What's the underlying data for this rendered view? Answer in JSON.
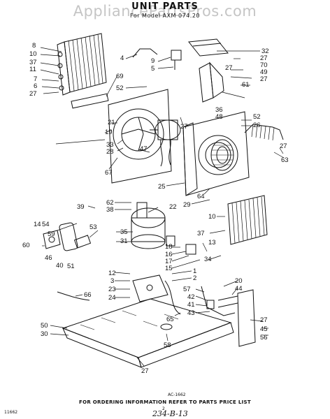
{
  "watermark": "AppliancePartsPros.com",
  "header": {
    "title": "UNIT PARTS",
    "model": "For Model AXM 074.20"
  },
  "footer": {
    "diagram_code": "AC-1662",
    "ordering_note": "FOR ORDERING INFORMATION REFER TO PARTS PRICE LIST",
    "page_left": "11662",
    "page_center": "2",
    "handwritten": "234-B-13"
  },
  "callouts": [
    {
      "id": "c8",
      "label": "8"
    },
    {
      "id": "c10",
      "label": "10"
    },
    {
      "id": "c37a",
      "label": "37"
    },
    {
      "id": "c11",
      "label": "11"
    },
    {
      "id": "c7",
      "label": "7"
    },
    {
      "id": "c6",
      "label": "6"
    },
    {
      "id": "c27a",
      "label": "27"
    },
    {
      "id": "c4",
      "label": "4"
    },
    {
      "id": "c9",
      "label": "9"
    },
    {
      "id": "c5",
      "label": "5"
    },
    {
      "id": "c69",
      "label": "69"
    },
    {
      "id": "c52a",
      "label": "52"
    },
    {
      "id": "c32",
      "label": "32"
    },
    {
      "id": "c27b",
      "label": "27"
    },
    {
      "id": "c70",
      "label": "70"
    },
    {
      "id": "c49",
      "label": "49"
    },
    {
      "id": "c27c",
      "label": "27"
    },
    {
      "id": "c27d",
      "label": "27"
    },
    {
      "id": "c61",
      "label": "61"
    },
    {
      "id": "c36",
      "label": "36"
    },
    {
      "id": "c48",
      "label": "48"
    },
    {
      "id": "c52b",
      "label": "52"
    },
    {
      "id": "c26",
      "label": "26"
    },
    {
      "id": "c21",
      "label": "21"
    },
    {
      "id": "c19",
      "label": "19"
    },
    {
      "id": "c27e",
      "label": "27"
    },
    {
      "id": "c33",
      "label": "33"
    },
    {
      "id": "c28",
      "label": "28"
    },
    {
      "id": "c47",
      "label": "47"
    },
    {
      "id": "c27f",
      "label": "27"
    },
    {
      "id": "c63",
      "label": "63"
    },
    {
      "id": "c67",
      "label": "67"
    },
    {
      "id": "c25",
      "label": "25"
    },
    {
      "id": "c64",
      "label": "64"
    },
    {
      "id": "c29",
      "label": "29"
    },
    {
      "id": "c39",
      "label": "39"
    },
    {
      "id": "c62",
      "label": "62"
    },
    {
      "id": "c38",
      "label": "38"
    },
    {
      "id": "c22",
      "label": "22"
    },
    {
      "id": "c10b",
      "label": "10"
    },
    {
      "id": "c14",
      "label": "14"
    },
    {
      "id": "c54",
      "label": "54"
    },
    {
      "id": "c53",
      "label": "53"
    },
    {
      "id": "c35",
      "label": "35"
    },
    {
      "id": "c59",
      "label": "59"
    },
    {
      "id": "c31",
      "label": "31"
    },
    {
      "id": "c37b",
      "label": "37"
    },
    {
      "id": "c60",
      "label": "60"
    },
    {
      "id": "c46",
      "label": "46"
    },
    {
      "id": "c40",
      "label": "40"
    },
    {
      "id": "c51",
      "label": "51"
    },
    {
      "id": "c18",
      "label": "18"
    },
    {
      "id": "c16",
      "label": "16"
    },
    {
      "id": "c17",
      "label": "17"
    },
    {
      "id": "c15",
      "label": "15"
    },
    {
      "id": "c13",
      "label": "13"
    },
    {
      "id": "c34",
      "label": "34"
    },
    {
      "id": "c12",
      "label": "12"
    },
    {
      "id": "c3",
      "label": "3"
    },
    {
      "id": "c23",
      "label": "23"
    },
    {
      "id": "c24",
      "label": "24"
    },
    {
      "id": "c1",
      "label": "1"
    },
    {
      "id": "c2",
      "label": "2"
    },
    {
      "id": "c20",
      "label": "20"
    },
    {
      "id": "c44",
      "label": "44"
    },
    {
      "id": "c57",
      "label": "57"
    },
    {
      "id": "c42",
      "label": "42"
    },
    {
      "id": "c41",
      "label": "41"
    },
    {
      "id": "c43",
      "label": "43"
    },
    {
      "id": "c66",
      "label": "66"
    },
    {
      "id": "c65",
      "label": "65"
    },
    {
      "id": "c50",
      "label": "50"
    },
    {
      "id": "c30",
      "label": "30"
    },
    {
      "id": "c27g",
      "label": "27"
    },
    {
      "id": "c45",
      "label": "45"
    },
    {
      "id": "c56",
      "label": "56"
    },
    {
      "id": "c58",
      "label": "58"
    },
    {
      "id": "c27h",
      "label": "27"
    }
  ]
}
